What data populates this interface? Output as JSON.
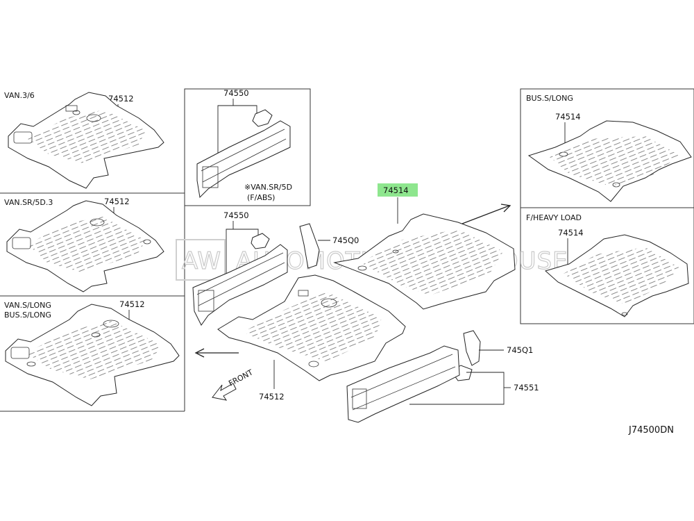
{
  "diagram": {
    "code": "J74500DN",
    "front_label": "FRONT",
    "watermark": {
      "logo": "AW",
      "text": "AUTOMOTIVE WAREHOUSE"
    }
  },
  "panels": {
    "van36": {
      "label": "VAN.3/6",
      "part": "74512"
    },
    "vansr": {
      "label": "VAN.SR/5D.3",
      "part": "74512"
    },
    "vanslong": {
      "label_line1": "VAN.S/LONG",
      "label_line2": "BUS.S/LONG",
      "part": "74512"
    },
    "busslong": {
      "label": "BUS.S/LONG",
      "part": "74514"
    },
    "heavy": {
      "label": "F/HEAVY LOAD",
      "part": "74514"
    },
    "topbox": {
      "part": "74550",
      "note_line1": "※VAN.SR/5D",
      "note_line2": "(F/ABS)"
    }
  },
  "callouts": {
    "main_floor_rear": "74514",
    "main_floor_front": "74512",
    "side_member": "74550",
    "bracket_upper": "745Q0",
    "bracket_lower": "745Q1",
    "rear_member": "74551"
  },
  "highlight_color": "#8ee68e"
}
